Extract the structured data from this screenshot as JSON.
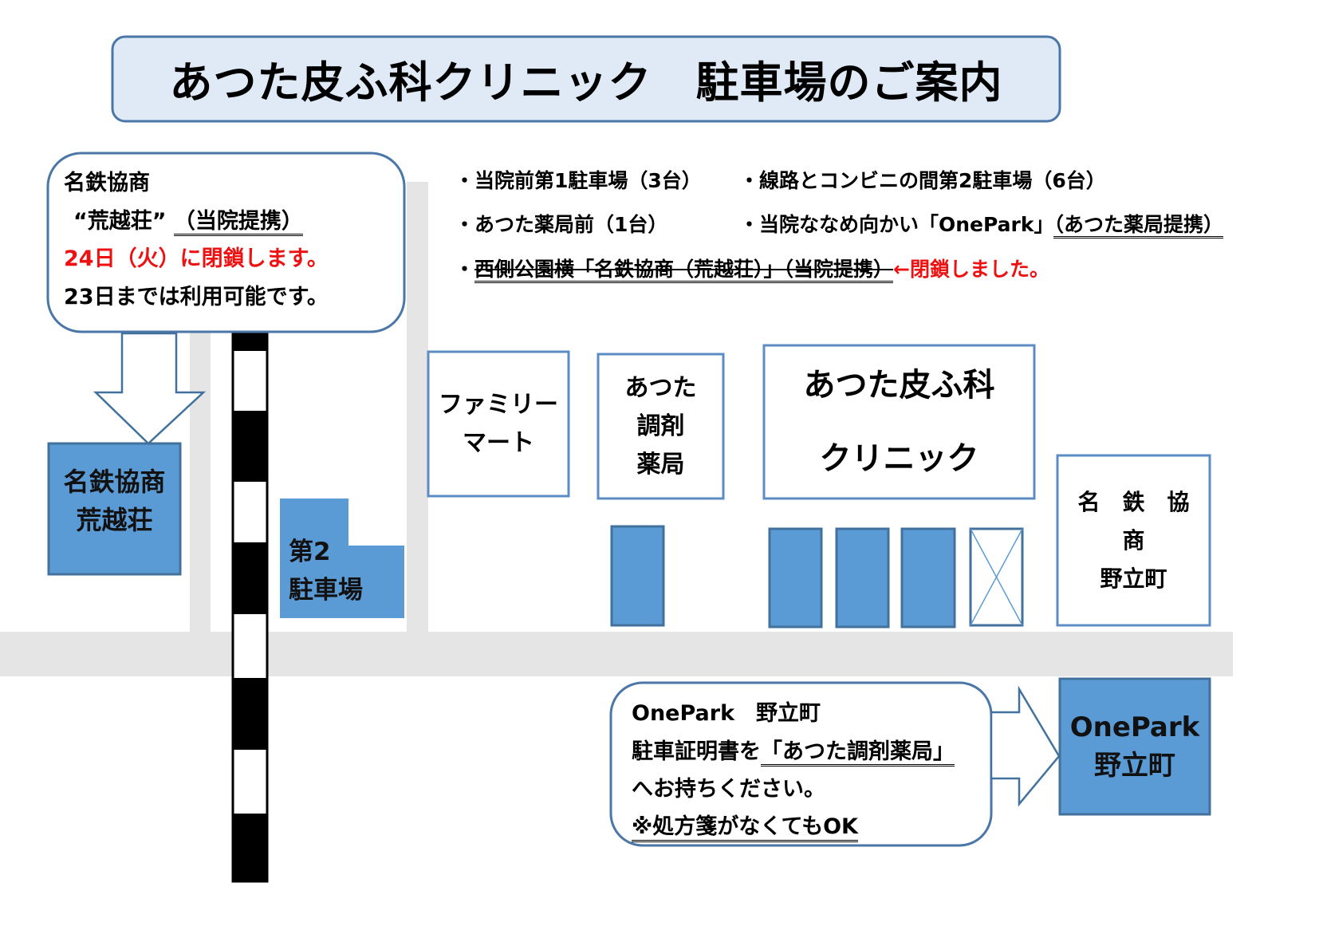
{
  "title": "あつた皮ふ科クリニック　駐車場のご案内",
  "notice": {
    "line1": "名鉄協商",
    "line2_name": "“荒越荘”",
    "line2_partner": "（当院提携）",
    "line3": "24日（火）に閉鎖します。",
    "line4": "23日までは利用可能です。"
  },
  "parking_list": {
    "item1": "・当院前第1駐車場（3台）",
    "item2": "・線路とコンビニの間第2駐車場（6台）",
    "item3": "・あつた薬局前（1台）",
    "item4_prefix": "・当院ななめ向かい「OnePark」",
    "item4_partner": "（あつた薬局提携）",
    "item5_bullet": "・",
    "item5_struck": "西側公園横「名鉄協商（荒越荘）」（当院提携）",
    "item5_closed": "←閉鎖しました。"
  },
  "map": {
    "meitetsu_arakoshi": [
      "名鉄協商",
      "荒越荘"
    ],
    "lot2": [
      "第2",
      "駐車場"
    ],
    "familymart": [
      "ファミリー",
      "マート"
    ],
    "pharmacy": [
      "あつた",
      "調剤",
      "薬局"
    ],
    "clinic": [
      "あつた皮ふ科",
      "クリニック"
    ],
    "meitetsu_nodachi": [
      "名　鉄　協　商",
      "野立町"
    ],
    "onepark": [
      "OnePark",
      "野立町"
    ]
  },
  "onepark_note": {
    "line1": "OnePark　野立町",
    "line2_prefix": "駐車証明書を",
    "line2_place": "「あつた調剤薬局」",
    "line3": "へお持ちください。",
    "line4": "※処方箋がなくてもOK"
  },
  "colors": {
    "blue_fill": "#5b9bd5",
    "blue_border": "#41719c",
    "title_fill": "#dfeaf6",
    "road": "#e5e5e5",
    "red": "#ee1111"
  }
}
